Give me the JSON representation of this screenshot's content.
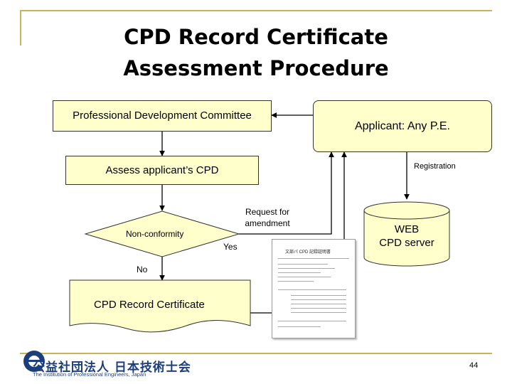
{
  "title_line1": "CPD Record Certificate",
  "title_line2": "Assessment Procedure",
  "nodes": {
    "committee": "Professional Development Committee",
    "applicant": "Applicant: Any P.E.",
    "assess": "Assess applicant’s CPD",
    "decision": "Non-conformity",
    "certificate": "CPD Record Certificate",
    "server_line1": "WEB",
    "server_line2": "CPD server"
  },
  "edge_labels": {
    "registration": "Registration",
    "request_line1": "Request for",
    "request_line2": "amendment",
    "yes": "Yes",
    "no": "No"
  },
  "document_thumbnail": {
    "heading": "文部パ CPD 記録証明書"
  },
  "logo": {
    "japanese": "公益社団法人 日本技術士会",
    "english": "The Institution of Professional Engineers, Japan"
  },
  "page_number": "44",
  "colors": {
    "box_fill": "#ffffcc",
    "frame": "#c9b458",
    "logo_blue": "#1c3f7c"
  }
}
